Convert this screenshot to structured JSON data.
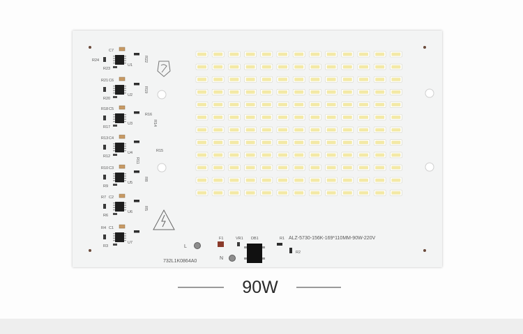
{
  "product": {
    "caption": "90W",
    "model_text": "ALZ-5730-156K-169*110MM-90W-220V",
    "serial_text": "732L1K0864A0"
  },
  "led_array": {
    "rows": 12,
    "columns": 13,
    "total": 156,
    "color": "#f3e9a6"
  },
  "driver_labels": {
    "left_group": [
      "C7",
      "R24",
      "R23",
      "R21",
      "C6",
      "R20",
      "R18",
      "C5",
      "R17",
      "R13",
      "C4",
      "R12",
      "R10",
      "C3",
      "R9",
      "R7",
      "C2",
      "R6",
      "R4",
      "C1",
      "R3"
    ],
    "ic_labels": [
      "U7",
      "U6",
      "U5",
      "U4",
      "U3",
      "U2",
      "U1"
    ],
    "right_group": [
      "R22",
      "R19",
      "R16",
      "R14",
      "R15",
      "R11",
      "R8",
      "R5"
    ]
  },
  "power_labels": {
    "live": "L",
    "neutral": "N",
    "fuse": "F1",
    "varistor": "VR1",
    "bridge": "DB1",
    "r1": "R1",
    "r2": "R2"
  },
  "colors": {
    "board": "#f3f4f4",
    "led_body": "#f3e9a6",
    "caption": "#2a2a2a"
  }
}
